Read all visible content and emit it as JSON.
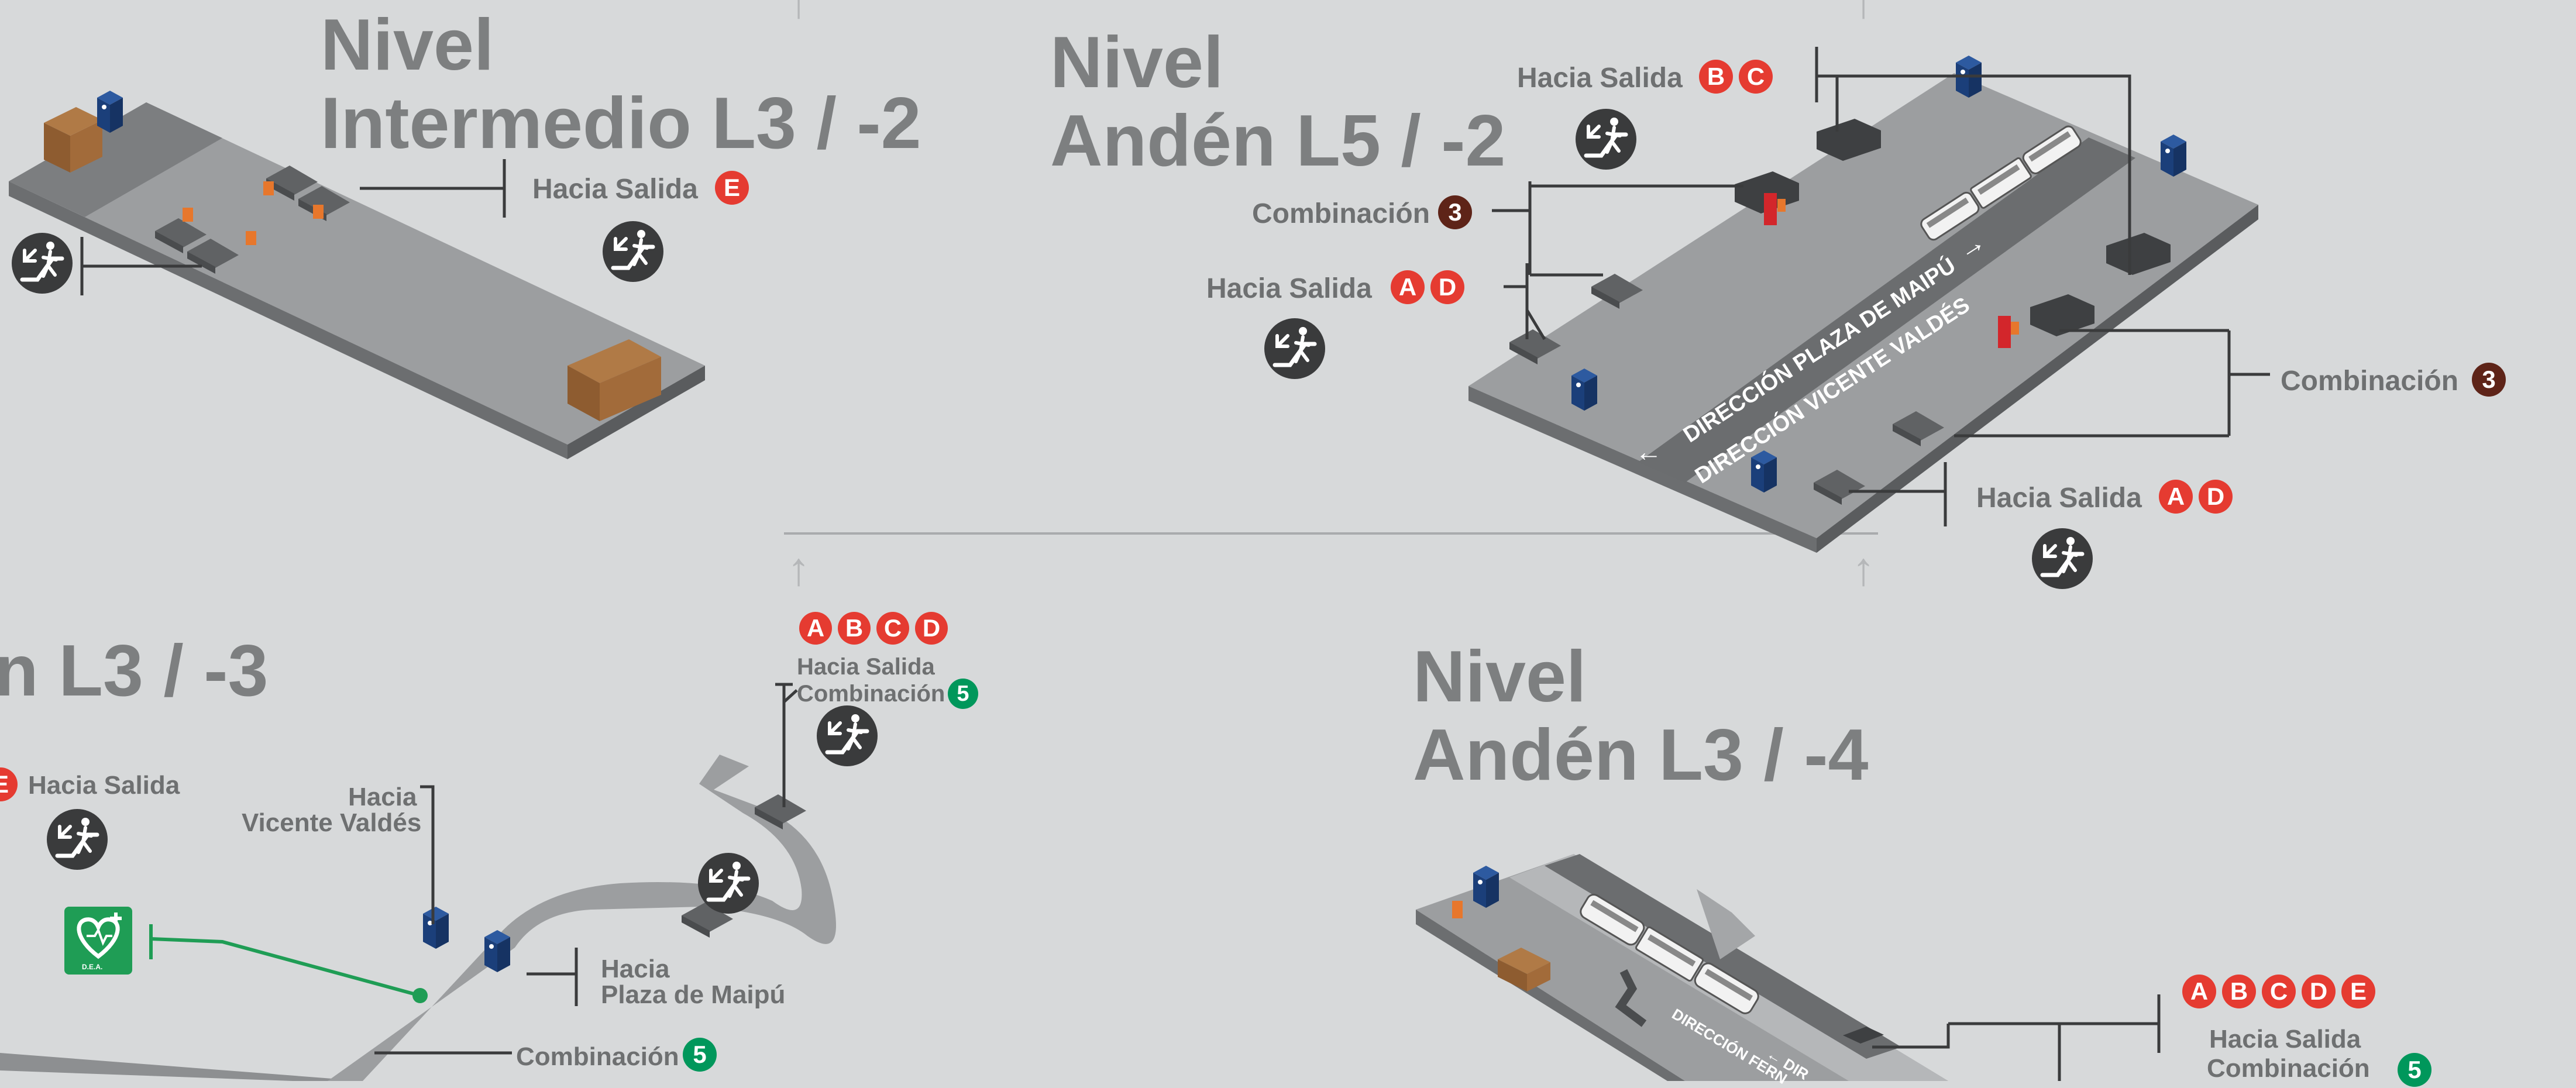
{
  "colors": {
    "background": "#d7d9da",
    "title": "#7d7f80",
    "label": "#6e7071",
    "line_red_exit": "#e53b31",
    "line3_brown": "#5e2418",
    "line5_green": "#00975b",
    "elevator_blue": "#1b3f7a",
    "platform_gray": "#9a9c9e",
    "track_dark": "#6b6d6f"
  },
  "levels": {
    "intermedio": {
      "title_line1": "Nivel",
      "title_line2": "Intermedio L3 / -2",
      "exit_label": "Hacia Salida",
      "exit_badges": [
        "E"
      ],
      "icon": "escalator-person-icon"
    },
    "anden_l5": {
      "title_line1": "Nivel",
      "title_line2": "Andén L5 / -2",
      "exit_top_label": "Hacia Salida",
      "exit_top_badges": [
        "B",
        "C"
      ],
      "transfer_left_label": "Combinación",
      "transfer_left_badge": "3",
      "exit_left_label": "Hacia Salida",
      "exit_left_badges": [
        "A",
        "D"
      ],
      "transfer_right_label": "Combinación",
      "transfer_right_badge": "3",
      "exit_bottom_label": "Hacia Salida",
      "exit_bottom_badges": [
        "A",
        "D"
      ],
      "direction_1": "DIRECCIÓN PLAZA DE MAIPÚ",
      "direction_2": "DIRECCIÓN VICENTE VALDÉS",
      "arrow_left": "←",
      "arrow_right": "→"
    },
    "anden_l3_minus3": {
      "title": "n L3 / -3",
      "exit_badge": "E",
      "exit_label": "Hacia Salida",
      "top_badges": [
        "A",
        "B",
        "C",
        "D"
      ],
      "top_exit_label": "Hacia Salida",
      "top_transfer_label": "Combinación",
      "top_transfer_badge": "5",
      "vicente_line1": "Hacia",
      "vicente_line2": "Vicente Valdés",
      "maipu_line1": "Hacia",
      "maipu_line2": "Plaza de Maipú",
      "bottom_transfer_label": "Combinación",
      "bottom_transfer_badge": "5",
      "defibrillator_text": "D.E.A."
    },
    "anden_l3_minus4": {
      "title_line1": "Nivel",
      "title_line2": "Andén L3 / -4",
      "exit_badges": [
        "A",
        "B",
        "C",
        "D",
        "E"
      ],
      "exit_label": "Hacia Salida",
      "transfer_label": "Combinación",
      "transfer_badge": "5",
      "direction_partial_1": "DIRECCIÓN FERN",
      "direction_partial_2": "← DIR"
    }
  },
  "arrows": [
    "↑",
    "↑",
    "↑",
    "↑"
  ]
}
